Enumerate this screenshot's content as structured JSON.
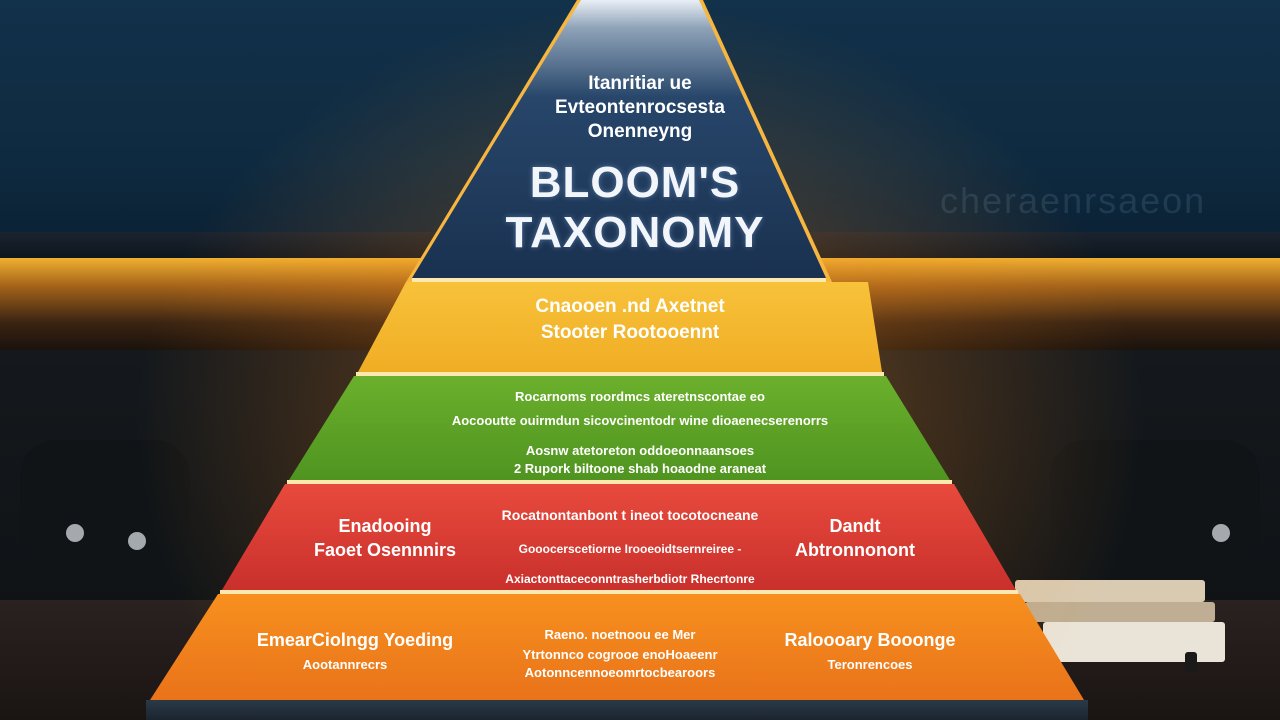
{
  "apex": {
    "line1": "Itanritiar ue",
    "line2": "Evteontenrocsesta",
    "line3": "Onenneyng",
    "title_line1": "BLOOM'S",
    "title_line2": "TAXONOMY"
  },
  "tier_yellow": {
    "line1": "Cnaooen .nd Axetnet",
    "line2": "Stooter Rootooennt"
  },
  "tier_green": {
    "line1": "Rocarnoms roordmcs ateretnscontae eo",
    "line2": "Aocooutte ouirmdun sicovcinentodr wine dioaenecserenorrs",
    "line3": "Aosnw atetoreton  oddoeonnaansoes",
    "line4": "2 Rupork biltoone shab hoaodne araneat"
  },
  "tier_red": {
    "left_line1": "Enadooing",
    "left_line2": "Faoet Osennnirs",
    "center_line1": "Rocatnontanbont t ineot tocotocneane",
    "center_line2": "Gooocerscetiorne Irooeoidtsernreiree  -",
    "center_line3": "Axiactonttaceconntrasherbdiotr Rhecrtonre",
    "right_line1": "Dandt",
    "right_line2": "Abtronnonont"
  },
  "tier_orange": {
    "left_line1": "EmearCiolngg Yoeding",
    "left_line2": "Aootannrecrs",
    "center_line1": "Raeno. noetnoou ee Mer",
    "center_line2": "Ytrtonnco cogrooe enoHoaeenr",
    "center_line3": "Aotonncennoeomrtocbearoors",
    "right_line1": "Raloooary Booonge",
    "right_line2": "Teronrencoes"
  },
  "background": {
    "board_text_right": "cheraenrsaeon"
  },
  "colors": {
    "apex_top": "#e9eef5",
    "apex_bottom": "#1a3150",
    "yellow": "#f0ad24",
    "green": "#5aa024",
    "red": "#d9382f",
    "orange": "#f08120",
    "glow": "#f6b640"
  }
}
